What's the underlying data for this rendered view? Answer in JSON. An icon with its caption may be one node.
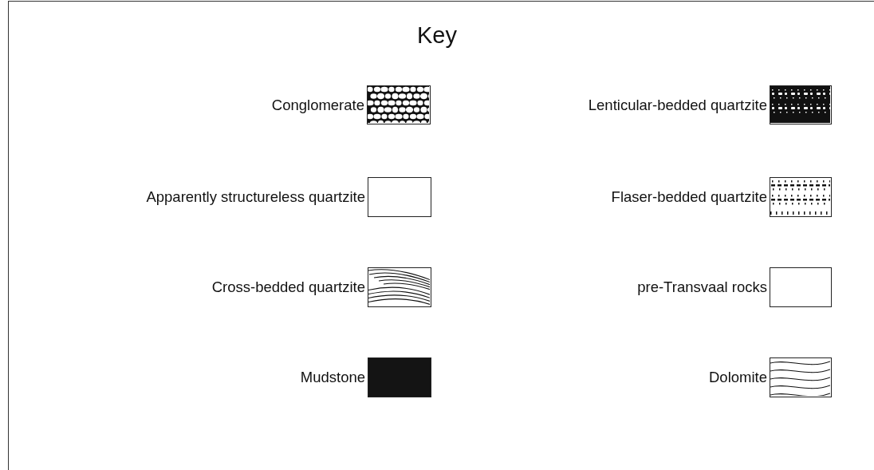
{
  "diagram": {
    "title": "Key",
    "legend": [
      {
        "text": "Conglomerate"
      },
      {
        "text": "Lenticular-bedded quartzite"
      },
      {
        "text": "Apparently structureless quartzite",
        "color": "#ffffff"
      },
      {
        "text": "Flaser-bedded quartzite"
      },
      {
        "text": "Cross-bedded quartzite"
      },
      {
        "text": "pre-Transvaal rocks",
        "color": "#ffffff"
      },
      {
        "text": "Mudstone",
        "color": "#141414"
      },
      {
        "text": "Dolomite"
      }
    ]
  }
}
